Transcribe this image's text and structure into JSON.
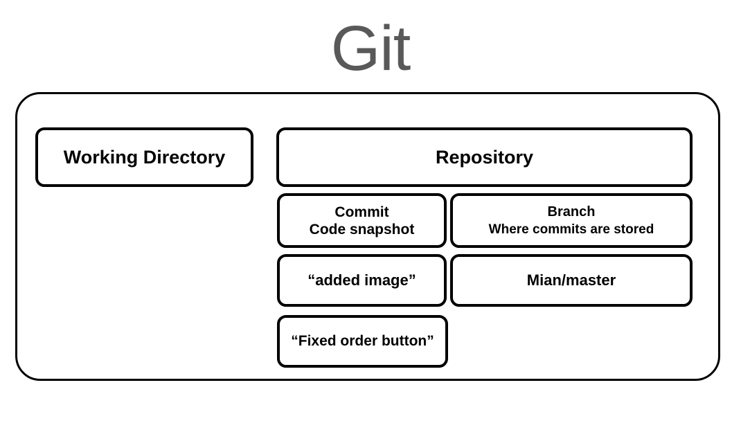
{
  "diagram": {
    "title": "Git",
    "title_color": "#595959",
    "stroke_color": "#000000",
    "background_color": "#ffffff",
    "container": {
      "name": "git-container"
    },
    "boxes": {
      "working_directory": {
        "label": "Working Directory"
      },
      "repository": {
        "label": "Repository"
      },
      "commit": {
        "line1": "Commit",
        "line2": "Code snapshot"
      },
      "branch": {
        "line1": "Branch",
        "line2": "Where commits are stored"
      },
      "added_image": {
        "label": "“added image”"
      },
      "main_master": {
        "label": "Mian/master"
      },
      "fixed_order_button": {
        "label": "“Fixed order button”"
      }
    }
  }
}
